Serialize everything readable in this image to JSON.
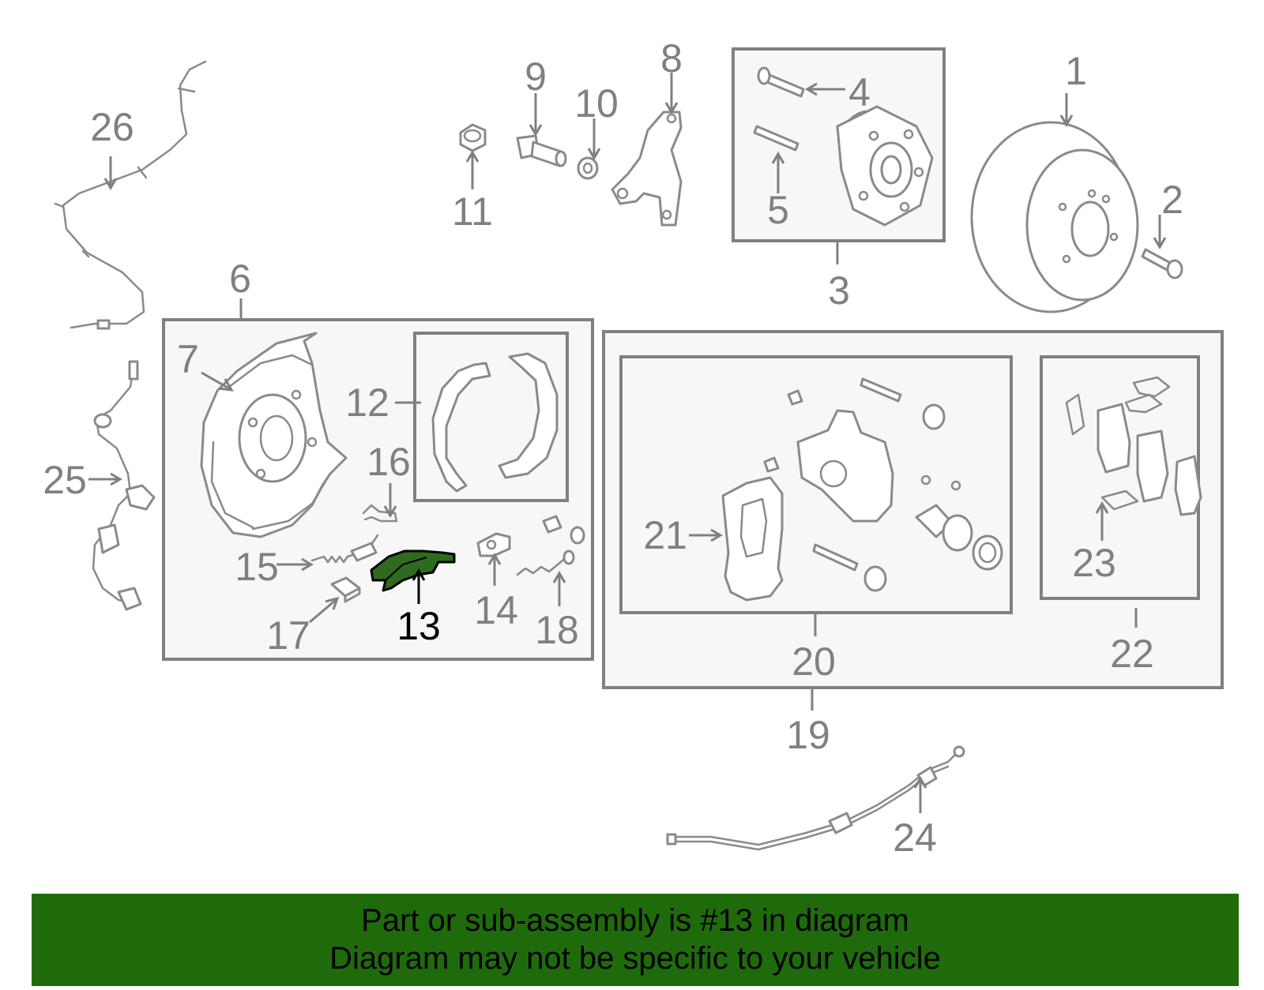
{
  "diagram": {
    "callouts": [
      {
        "id": "1",
        "text": "1"
      },
      {
        "id": "2",
        "text": "2"
      },
      {
        "id": "3",
        "text": "3"
      },
      {
        "id": "4",
        "text": "4"
      },
      {
        "id": "5",
        "text": "5"
      },
      {
        "id": "6",
        "text": "6"
      },
      {
        "id": "7",
        "text": "7"
      },
      {
        "id": "8",
        "text": "8"
      },
      {
        "id": "9",
        "text": "9"
      },
      {
        "id": "10",
        "text": "10"
      },
      {
        "id": "11",
        "text": "11"
      },
      {
        "id": "12",
        "text": "12"
      },
      {
        "id": "13",
        "text": "13"
      },
      {
        "id": "14",
        "text": "14"
      },
      {
        "id": "15",
        "text": "15"
      },
      {
        "id": "16",
        "text": "16"
      },
      {
        "id": "17",
        "text": "17"
      },
      {
        "id": "18",
        "text": "18"
      },
      {
        "id": "19",
        "text": "19"
      },
      {
        "id": "20",
        "text": "20"
      },
      {
        "id": "21",
        "text": "21"
      },
      {
        "id": "22",
        "text": "22"
      },
      {
        "id": "23",
        "text": "23"
      },
      {
        "id": "24",
        "text": "24"
      },
      {
        "id": "25",
        "text": "25"
      },
      {
        "id": "26",
        "text": "26"
      }
    ],
    "highlighted_part": "13",
    "colors": {
      "highlight_fill": "#2e6b1e",
      "banner_background": "#1f6b0c",
      "line_gray": "#808080",
      "box_fill": "#f7f7f7"
    }
  },
  "banner": {
    "line1": "Part or sub-assembly is #13 in diagram",
    "line2": "Diagram may not be specific to your vehicle"
  }
}
